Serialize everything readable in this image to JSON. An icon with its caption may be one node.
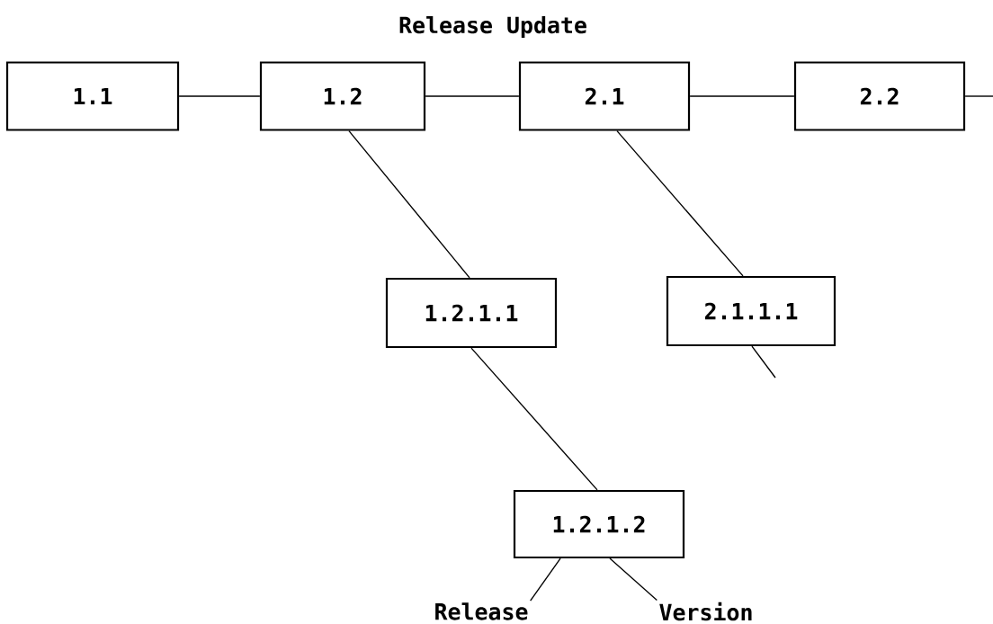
{
  "diagram": {
    "title": "Release Update",
    "nodes": [
      {
        "text": [
          "1.1"
        ]
      },
      {
        "text": [
          "1.2"
        ]
      },
      {
        "text": [
          "2.1"
        ]
      },
      {
        "text": [
          "2.2"
        ]
      },
      {
        "text": [
          "1.2.1.1"
        ]
      },
      {
        "text": [
          "2.1.1.1"
        ]
      },
      {
        "text": [
          "1.2.1.2"
        ]
      },
      {
        "text": [
          "Release"
        ]
      },
      {
        "text": [
          "Version"
        ]
      }
    ],
    "edges": [
      {
        "from": 0,
        "to": 1,
        "arrow": "none"
      },
      {
        "from": 1,
        "to": 2,
        "arrow": "none"
      },
      {
        "from": 2,
        "to": 3,
        "arrow": "none"
      },
      {
        "from": 3,
        "to": null,
        "arrow": "none"
      },
      {
        "from": 1,
        "to": 4,
        "arrow": "none"
      },
      {
        "from": 2,
        "to": 5,
        "arrow": "none"
      },
      {
        "from": 5,
        "to": null,
        "arrow": "none"
      },
      {
        "from": 4,
        "to": 6,
        "arrow": "none"
      },
      {
        "from": 6,
        "to": 7,
        "arrow": "none"
      },
      {
        "from": 6,
        "to": 8,
        "arrow": "none"
      }
    ]
  }
}
